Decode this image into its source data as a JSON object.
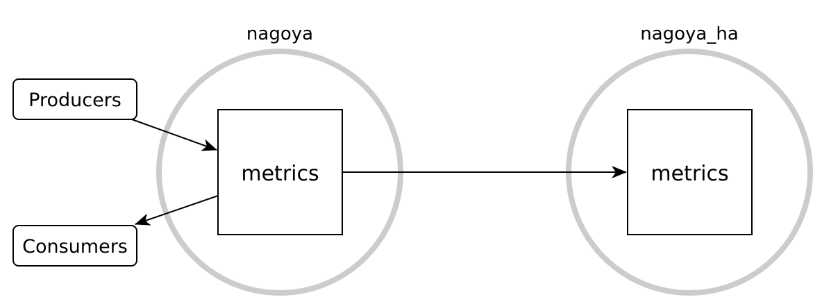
{
  "clusters": [
    {
      "id": "nagoya",
      "label": "nagoya",
      "queue_label": "metrics"
    },
    {
      "id": "nagoya_ha",
      "label": "nagoya_ha",
      "queue_label": "metrics"
    }
  ],
  "clients": {
    "producers": "Producers",
    "consumers": "Consumers"
  },
  "colors": {
    "cluster_ring": "#cccccc",
    "stroke": "#000000",
    "background": "#ffffff"
  }
}
